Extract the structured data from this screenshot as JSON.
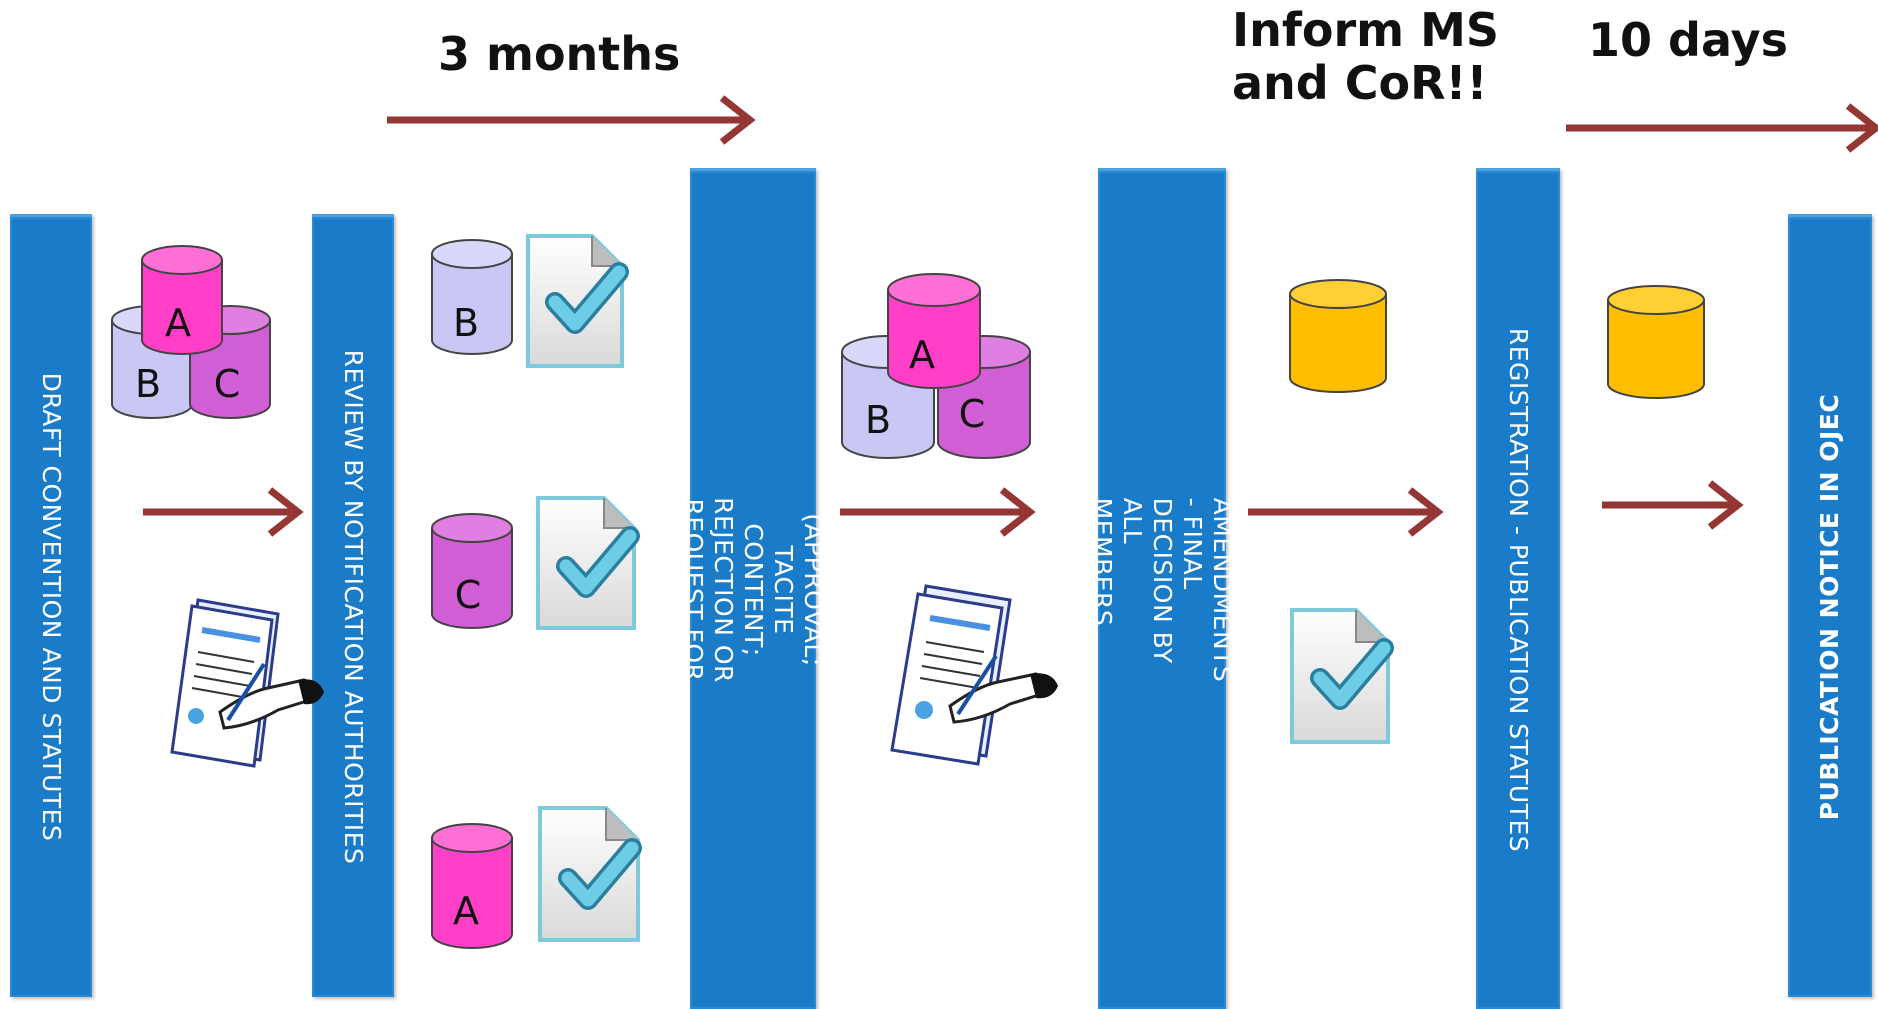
{
  "steps": [
    {
      "id": "draft",
      "label": "DRAFT CONVENTION AND STATUTES"
    },
    {
      "id": "review",
      "label": "REVIEW BY NOTIFICATION AUTHORITIES"
    },
    {
      "id": "feedback",
      "label_line1": "FEEDBACK (APPROVAL; TACITE CONTENT;",
      "label_line2": "REJECTION OR REQUEST FOR MODIFICATIONS)"
    },
    {
      "id": "amendments",
      "label_line1": "AMENDMENTS - FINAL DECISION BY ALL",
      "label_line2": "MEMBERS"
    },
    {
      "id": "registration",
      "label": "REGISTRATION - PUBLICATION STATUTES"
    },
    {
      "id": "publication",
      "label": "PUBLICATION NOTICE IN OJEC"
    }
  ],
  "timing": {
    "three_months": "3 months",
    "inform_line1": "Inform MS",
    "inform_line2": "and CoR!!",
    "ten_days": "10 days"
  },
  "cylinder_letters": {
    "a": "A",
    "b": "B",
    "c": "C"
  },
  "colors": {
    "bar": "#1a7bc9",
    "arrow": "#943634",
    "cyl_a": "#ff3fc8",
    "cyl_b": "#c9c8f5",
    "cyl_c": "#d25ed6",
    "cyl_yellow": "#ffbf00",
    "check": "#5bc0de"
  }
}
